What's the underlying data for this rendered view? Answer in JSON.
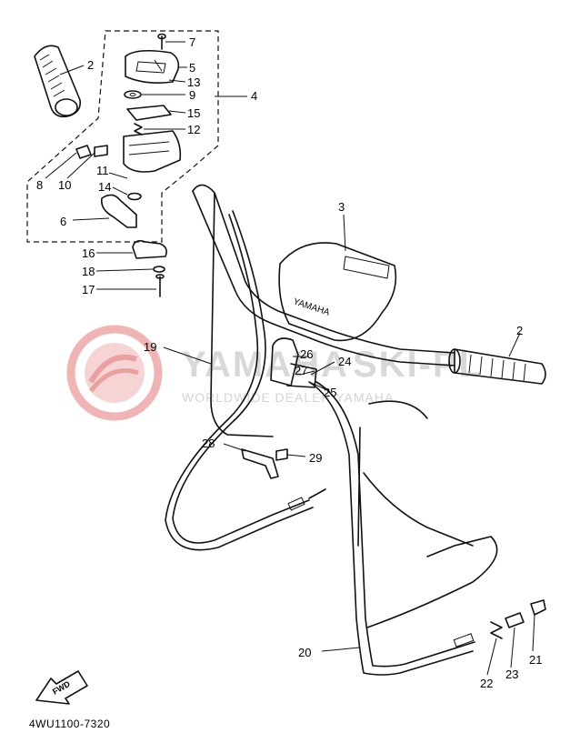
{
  "diagram_code": "4WU1100-7320",
  "fwd_label": "FWD",
  "watermark": {
    "brand": "YAMAHA",
    "tagline": "WORLDWIDE DEALER YAMAHA",
    "color": "#e9a0a0"
  },
  "callouts": [
    "2",
    "4",
    "7",
    "5",
    "13",
    "9",
    "15",
    "12",
    "8",
    "10",
    "11",
    "14",
    "6",
    "16",
    "18",
    "17",
    "3",
    "19",
    "2",
    "26",
    "27",
    "24",
    "25",
    "28",
    "29",
    "20",
    "21",
    "22",
    "23"
  ],
  "colors": {
    "line": "#111111",
    "watermark_logo": "#e9a0a0",
    "watermark_text": "#d4d4d4"
  }
}
